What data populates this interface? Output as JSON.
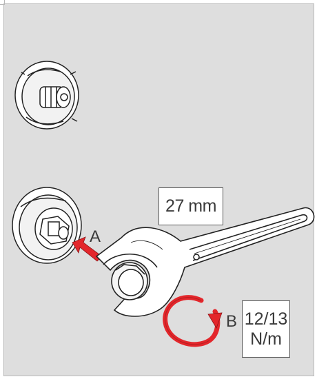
{
  "labels": {
    "wrench_size": "27 mm",
    "arrow_a": "A",
    "arrow_b": "B",
    "torque_line1": "12/13",
    "torque_line2": "N/m"
  },
  "colors": {
    "panel": "#dedede",
    "arrow": "#e3262b",
    "line": "#222222"
  }
}
